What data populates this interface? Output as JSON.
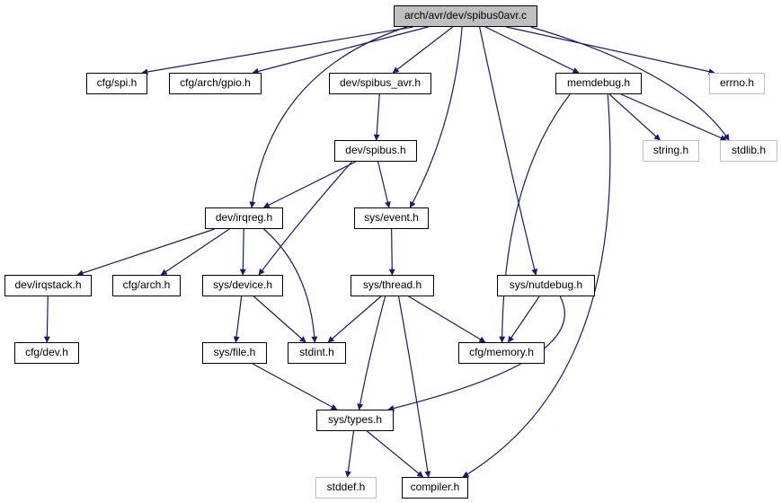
{
  "graph": {
    "edge_color": "#191970",
    "root_fill": "#bfbfbf",
    "external_border": "#bfbfbf",
    "nodes": [
      {
        "id": "root",
        "label": "arch/avr/dev/spibus0avr.c",
        "kind": "root"
      },
      {
        "id": "spi",
        "label": "cfg/spi.h",
        "kind": "normal"
      },
      {
        "id": "gpio",
        "label": "cfg/arch/gpio.h",
        "kind": "normal"
      },
      {
        "id": "spibus_avr",
        "label": "dev/spibus_avr.h",
        "kind": "normal"
      },
      {
        "id": "memdebug",
        "label": "memdebug.h",
        "kind": "normal"
      },
      {
        "id": "errno",
        "label": "errno.h",
        "kind": "external"
      },
      {
        "id": "spibus",
        "label": "dev/spibus.h",
        "kind": "normal"
      },
      {
        "id": "string",
        "label": "string.h",
        "kind": "external"
      },
      {
        "id": "stdlib",
        "label": "stdlib.h",
        "kind": "external"
      },
      {
        "id": "irqreg",
        "label": "dev/irqreg.h",
        "kind": "normal"
      },
      {
        "id": "event",
        "label": "sys/event.h",
        "kind": "normal"
      },
      {
        "id": "irqstack",
        "label": "dev/irqstack.h",
        "kind": "normal"
      },
      {
        "id": "arch",
        "label": "cfg/arch.h",
        "kind": "normal"
      },
      {
        "id": "device",
        "label": "sys/device.h",
        "kind": "normal"
      },
      {
        "id": "thread",
        "label": "sys/thread.h",
        "kind": "normal"
      },
      {
        "id": "nutdebug",
        "label": "sys/nutdebug.h",
        "kind": "normal"
      },
      {
        "id": "dev",
        "label": "cfg/dev.h",
        "kind": "normal"
      },
      {
        "id": "file",
        "label": "sys/file.h",
        "kind": "normal"
      },
      {
        "id": "stdint",
        "label": "stdint.h",
        "kind": "normal"
      },
      {
        "id": "memory",
        "label": "cfg/memory.h",
        "kind": "normal"
      },
      {
        "id": "types",
        "label": "sys/types.h",
        "kind": "normal"
      },
      {
        "id": "stddef",
        "label": "stddef.h",
        "kind": "external"
      },
      {
        "id": "compiler",
        "label": "compiler.h",
        "kind": "normal"
      }
    ],
    "edges": [
      [
        "root",
        "spi"
      ],
      [
        "root",
        "gpio"
      ],
      [
        "root",
        "spibus_avr"
      ],
      [
        "root",
        "irqreg"
      ],
      [
        "root",
        "event"
      ],
      [
        "root",
        "nutdebug"
      ],
      [
        "root",
        "memdebug"
      ],
      [
        "root",
        "errno"
      ],
      [
        "root",
        "stdlib"
      ],
      [
        "spibus_avr",
        "spibus"
      ],
      [
        "spibus",
        "irqreg"
      ],
      [
        "spibus",
        "event"
      ],
      [
        "spibus",
        "device"
      ],
      [
        "memdebug",
        "string"
      ],
      [
        "memdebug",
        "stdlib"
      ],
      [
        "memdebug",
        "memory"
      ],
      [
        "memdebug",
        "compiler"
      ],
      [
        "irqreg",
        "irqstack"
      ],
      [
        "irqreg",
        "arch"
      ],
      [
        "irqreg",
        "device"
      ],
      [
        "irqreg",
        "stdint"
      ],
      [
        "event",
        "thread"
      ],
      [
        "thread",
        "stdint"
      ],
      [
        "thread",
        "memory"
      ],
      [
        "thread",
        "types"
      ],
      [
        "thread",
        "compiler"
      ],
      [
        "nutdebug",
        "memory"
      ],
      [
        "nutdebug",
        "types"
      ],
      [
        "irqstack",
        "dev"
      ],
      [
        "device",
        "file"
      ],
      [
        "device",
        "stdint"
      ],
      [
        "file",
        "types"
      ],
      [
        "types",
        "stddef"
      ],
      [
        "types",
        "compiler"
      ]
    ]
  }
}
